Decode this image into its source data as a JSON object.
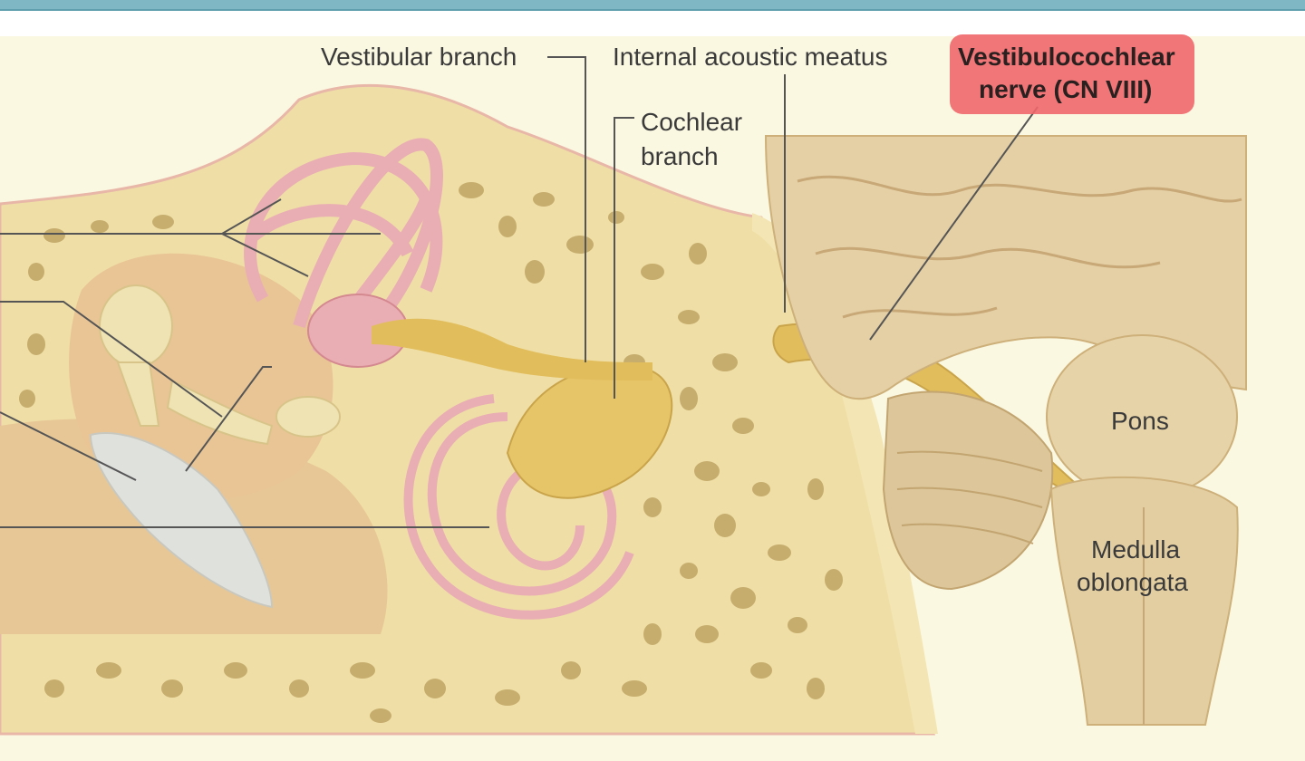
{
  "labels": {
    "vestibular_branch": "Vestibular branch",
    "internal_acoustic_meatus": "Internal acoustic meatus",
    "cochlear_line1": "Cochlear",
    "cochlear_line2": "branch",
    "cn8_line1": "Vestibulocochlear",
    "cn8_line2": "nerve (CN VIII)",
    "pons": "Pons",
    "medulla_line1": "Medulla",
    "medulla_line2": "oblongata"
  },
  "colors": {
    "background": "#fbf8e2",
    "bone": "#efdfa6",
    "bone_pore": "#b89c5a",
    "nerve": "#e2bd5c",
    "labyrinth": "#e9aeb3",
    "brain": "#e2cda0",
    "highlight": "#f0676c",
    "leader_line": "#555555",
    "top_bar": "#7fb7c4"
  },
  "icons": [
    "ear-anatomy-illustration",
    "brain-illustration"
  ]
}
